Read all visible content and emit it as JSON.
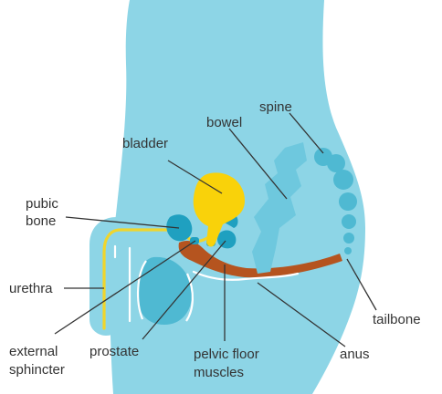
{
  "labels": {
    "spine": "spine",
    "bowel": "bowel",
    "bladder": "bladder",
    "pubic_bone": [
      "pubic",
      "bone"
    ],
    "urethra": "urethra",
    "external_sphincter": [
      "external",
      "sphincter"
    ],
    "prostate": "prostate",
    "pelvic_floor_muscles": [
      "pelvic floor",
      "muscles"
    ],
    "anus": "anus",
    "tailbone": "tailbone"
  },
  "colors": {
    "body": "#8DD5E6",
    "organ_light": "#6EC8DE",
    "organ_mid": "#4FB9D2",
    "organ_dark": "#1FA0C0",
    "bladder": "#F9D20A",
    "urethra": "#F0D52C",
    "muscle": "#B5541F",
    "outline": "#FFFFFF",
    "text": "#333333"
  }
}
